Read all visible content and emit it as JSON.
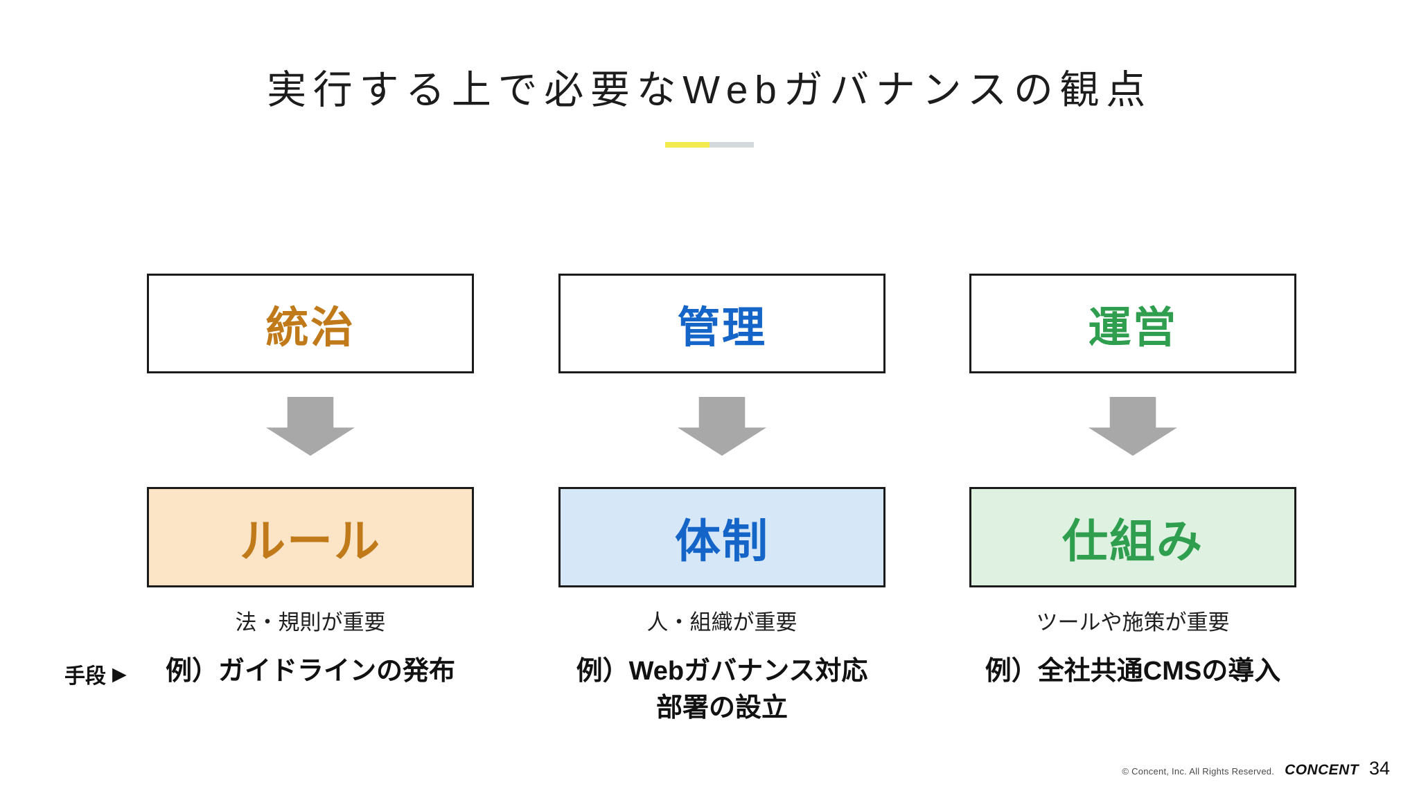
{
  "slide": {
    "title": "実行する上で必要なWebガバナンスの観点",
    "underline": {
      "yellow": "#F4EB4F",
      "gray": "#D4DADC"
    },
    "arrow_color": "#A8A8A8"
  },
  "columns": [
    {
      "top_label": "統治",
      "bottom_label": "ルール",
      "caption": "法・規則が重要",
      "example_line1": "例）ガイドラインの発布",
      "example_line2": "",
      "text_color": "#C07A1A",
      "fill_color": "#FBE5C6"
    },
    {
      "top_label": "管理",
      "bottom_label": "体制",
      "caption": "人・組織が重要",
      "example_line1": "例）Webガバナンス対応",
      "example_line2": "部署の設立",
      "text_color": "#1565C8",
      "fill_color": "#D6E7F8"
    },
    {
      "top_label": "運営",
      "bottom_label": "仕組み",
      "caption": "ツールや施策が重要",
      "example_line1": "例）全社共通CMSの導入",
      "example_line2": "",
      "text_color": "#2F9E4F",
      "fill_color": "#DFF2E2"
    }
  ],
  "means": {
    "label": "手段",
    "arrow_glyph": "▶"
  },
  "footer": {
    "copyright": "© Concent, Inc. All Rights Reserved.",
    "logo": "CONCENT",
    "page_number": "34"
  }
}
